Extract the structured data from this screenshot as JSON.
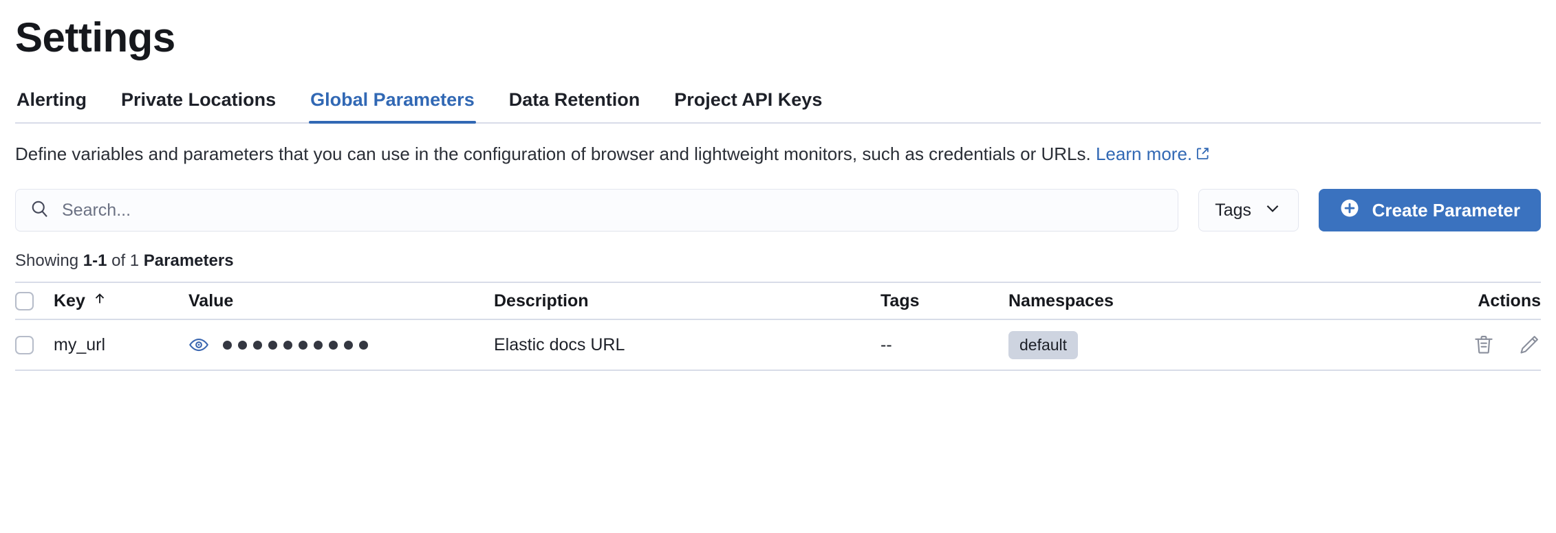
{
  "page": {
    "title": "Settings"
  },
  "tabs": [
    {
      "label": "Alerting",
      "active": false
    },
    {
      "label": "Private Locations",
      "active": false
    },
    {
      "label": "Global Parameters",
      "active": true
    },
    {
      "label": "Data Retention",
      "active": false
    },
    {
      "label": "Project API Keys",
      "active": false
    }
  ],
  "description": {
    "text": "Define variables and parameters that you can use in the configuration of browser and lightweight monitors, such as credentials or URLs. ",
    "link_label": "Learn more.",
    "link_icon": "external-link-icon"
  },
  "controls": {
    "search": {
      "placeholder": "Search...",
      "value": "",
      "icon": "search-icon"
    },
    "tags_filter": {
      "label": "Tags",
      "icon": "chevron-down-icon"
    },
    "create_button": {
      "label": "Create Parameter",
      "icon": "plus-circle-icon"
    }
  },
  "results": {
    "prefix": "Showing ",
    "range": "1-1",
    "middle": " of 1 ",
    "entity": "Parameters"
  },
  "table": {
    "columns": [
      {
        "label": "Key",
        "sort": "ascending",
        "sort_icon": "arrow-up-icon"
      },
      {
        "label": "Value"
      },
      {
        "label": "Description"
      },
      {
        "label": "Tags"
      },
      {
        "label": "Namespaces"
      },
      {
        "label": "Actions"
      }
    ],
    "rows": [
      {
        "selected": false,
        "key": "my_url",
        "value_masked": "••••••••••",
        "value_mask_count": 10,
        "value_toggle_icon": "eye-icon",
        "description": "Elastic docs URL",
        "tags": "--",
        "namespaces": [
          "default"
        ],
        "actions": [
          {
            "name": "delete-icon",
            "label": "Delete"
          },
          {
            "name": "edit-icon",
            "label": "Edit"
          }
        ]
      }
    ]
  },
  "colors": {
    "accent_blue": "#3168b4",
    "button_blue": "#3a72bf",
    "badge_bg": "#ced4e0",
    "border": "#d8dce8",
    "text_dark": "#1d2028",
    "text_muted": "#6b7183"
  }
}
